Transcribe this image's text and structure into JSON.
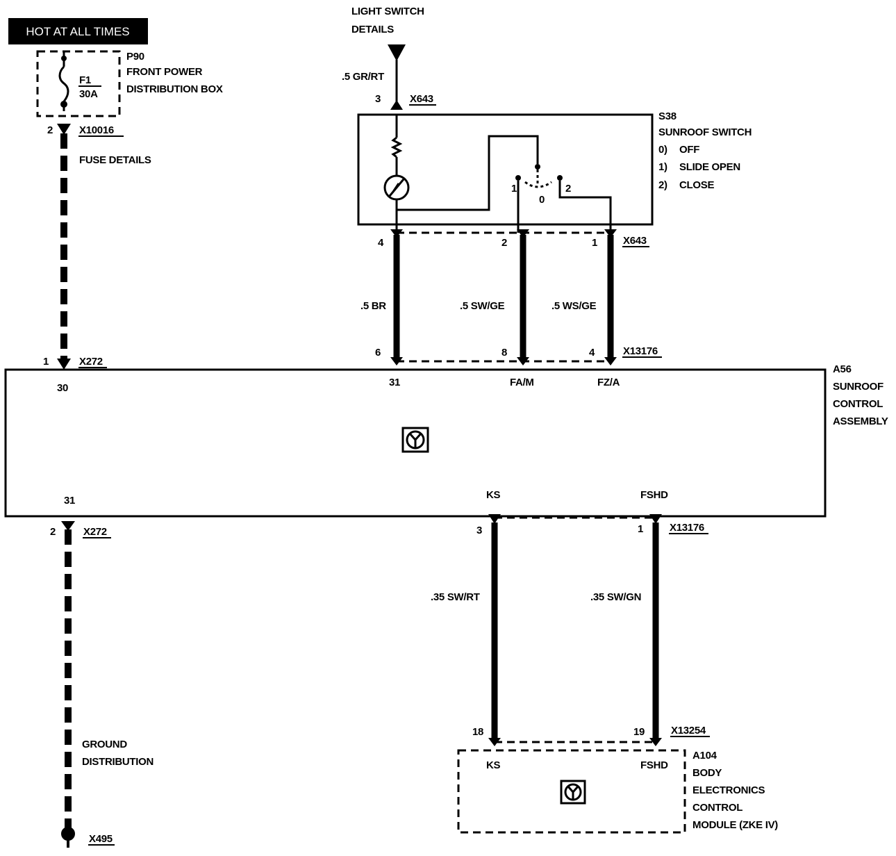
{
  "header": {
    "hot_label": "HOT AT ALL TIMES"
  },
  "fuse_box": {
    "id": "P90",
    "name_line1": "FRONT POWER",
    "name_line2": "DISTRIBUTION BOX",
    "fuse_id": "F1",
    "fuse_rating": "30A"
  },
  "fuse_connector": {
    "pin": "2",
    "id": "X10016",
    "ref": "FUSE DETAILS"
  },
  "light_switch": {
    "line1": "LIGHT SWITCH",
    "line2": "DETAILS",
    "wire": ".5 GR/RT"
  },
  "switch": {
    "id": "S38",
    "name": "SUNROOF SWITCH",
    "positions": [
      "0)",
      "1)",
      "2)"
    ],
    "position_names": [
      "OFF",
      "SLIDE OPEN",
      "CLOSE"
    ],
    "contact_labels": [
      "1",
      "0",
      "2"
    ],
    "top_connector": {
      "pin": "3",
      "id": "X643"
    },
    "bottom_connector": {
      "pins": [
        "4",
        "2",
        "1"
      ],
      "id": "X643"
    }
  },
  "wires_mid": [
    ".5 BR",
    ".5 SW/GE",
    ".5 WS/GE"
  ],
  "x13176_top": {
    "pins": [
      "6",
      "8",
      "4"
    ],
    "id": "X13176"
  },
  "x272_top": {
    "pin": "1",
    "id": "X272"
  },
  "control_assembly": {
    "id": "A56",
    "name_lines": [
      "SUNROOF",
      "CONTROL",
      "ASSEMBLY"
    ],
    "terminals_top": [
      "30",
      "31",
      "FA/M",
      "FZ/A"
    ],
    "terminals_bottom": [
      "31",
      "KS",
      "FSHD"
    ]
  },
  "x272_bottom": {
    "pin": "2",
    "id": "X272"
  },
  "x13176_bottom": {
    "pins": [
      "3",
      "1"
    ],
    "id": "X13176"
  },
  "wires_low": [
    ".35 SW/RT",
    ".35 SW/GN"
  ],
  "x13254": {
    "pins": [
      "18",
      "19"
    ],
    "id": "X13254"
  },
  "ground": {
    "line1": "GROUND",
    "line2": "DISTRIBUTION",
    "id": "X495"
  },
  "module": {
    "id": "A104",
    "name_lines": [
      "BODY",
      "ELECTRONICS",
      "CONTROL",
      "MODULE (ZKE IV)"
    ],
    "terminals": [
      "KS",
      "FSHD"
    ]
  }
}
